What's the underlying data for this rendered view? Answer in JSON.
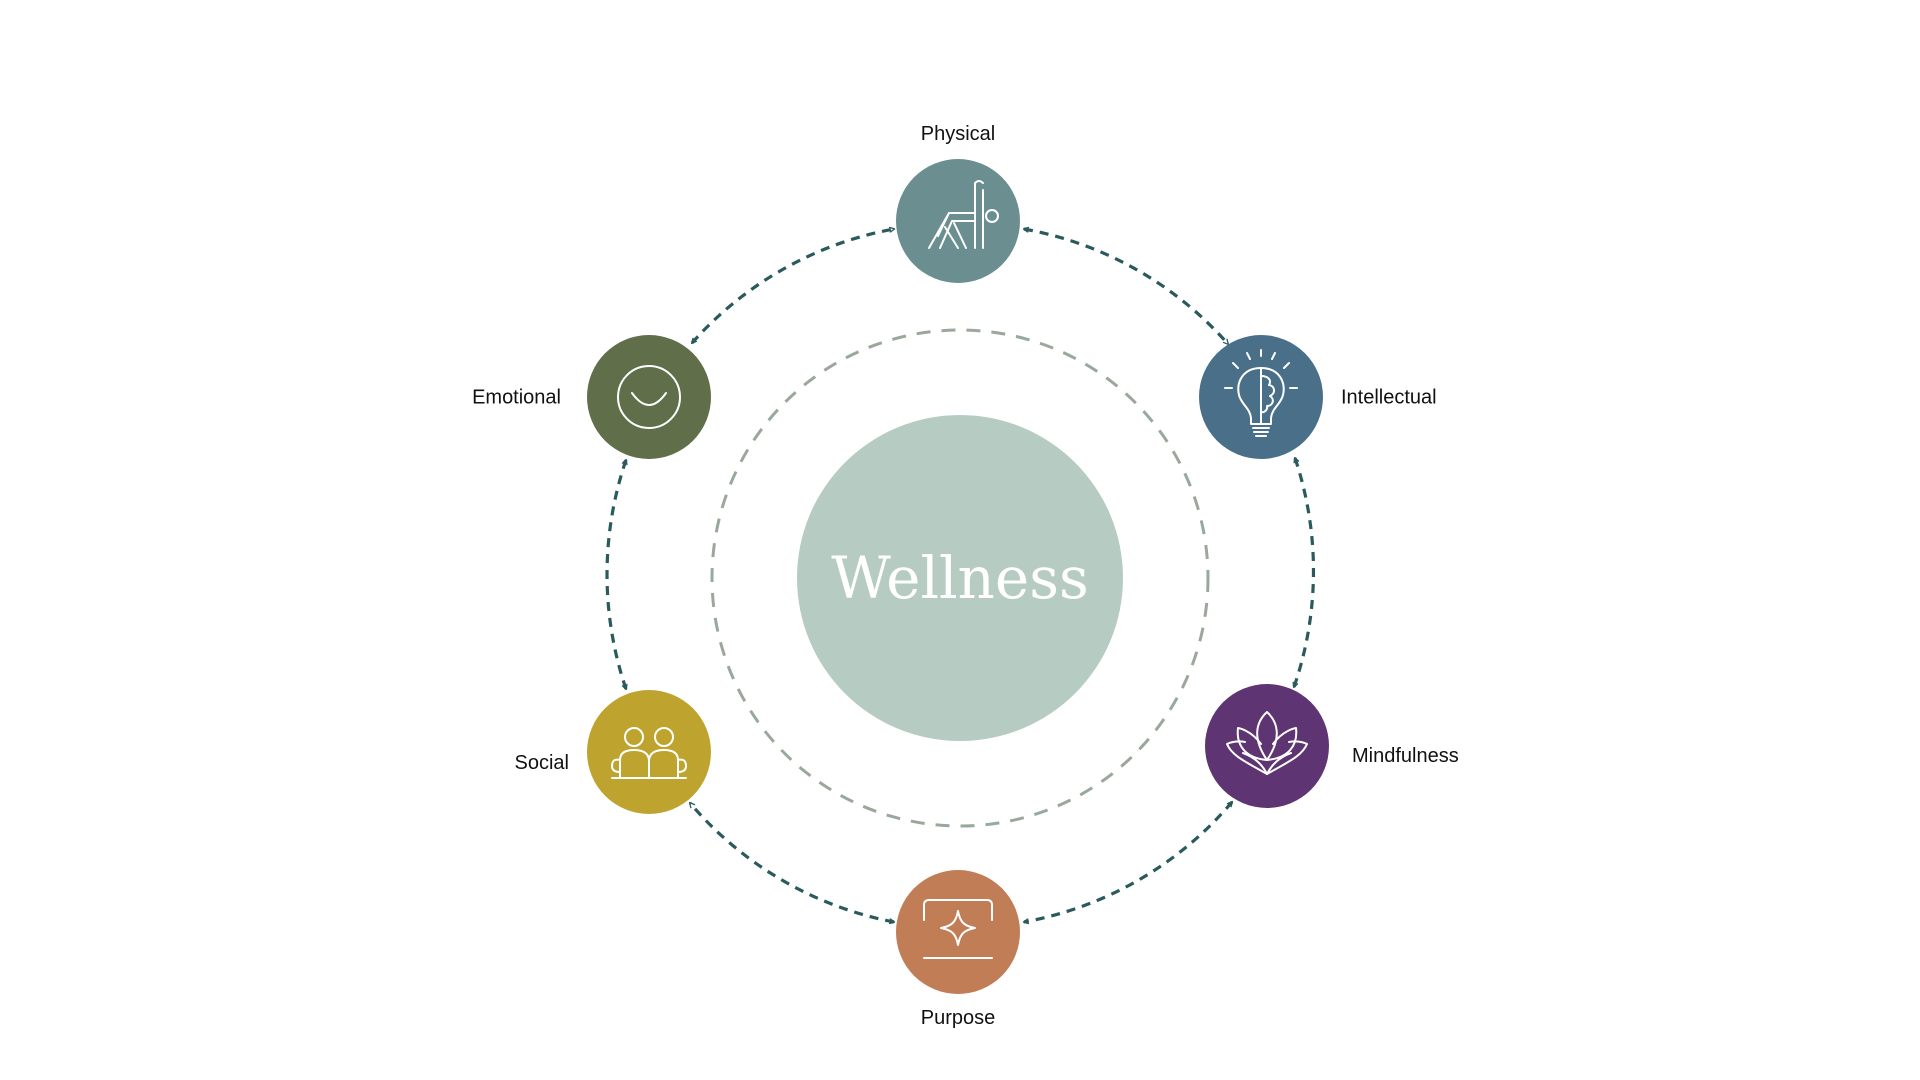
{
  "diagram": {
    "center_label": "Wellness",
    "colors": {
      "center": "#b6ccc3",
      "inner_ring": "#9aa89c",
      "connector": "#2a5a5c",
      "physical": "#6b8f90",
      "intellectual": "#4a7089",
      "mindfulness": "#5e3572",
      "purpose": "#c17d56",
      "social": "#bea42e",
      "emotional": "#606e4a"
    },
    "nodes": [
      {
        "id": "physical",
        "label": "Physical",
        "icon": "yoga-pose-icon"
      },
      {
        "id": "intellectual",
        "label": "Intellectual",
        "icon": "lightbulb-brain-icon"
      },
      {
        "id": "mindfulness",
        "label": "Mindfulness",
        "icon": "lotus-icon"
      },
      {
        "id": "purpose",
        "label": "Purpose",
        "icon": "sparkle-frame-icon"
      },
      {
        "id": "social",
        "label": "Social",
        "icon": "people-icon"
      },
      {
        "id": "emotional",
        "label": "Emotional",
        "icon": "smiley-icon"
      }
    ]
  }
}
